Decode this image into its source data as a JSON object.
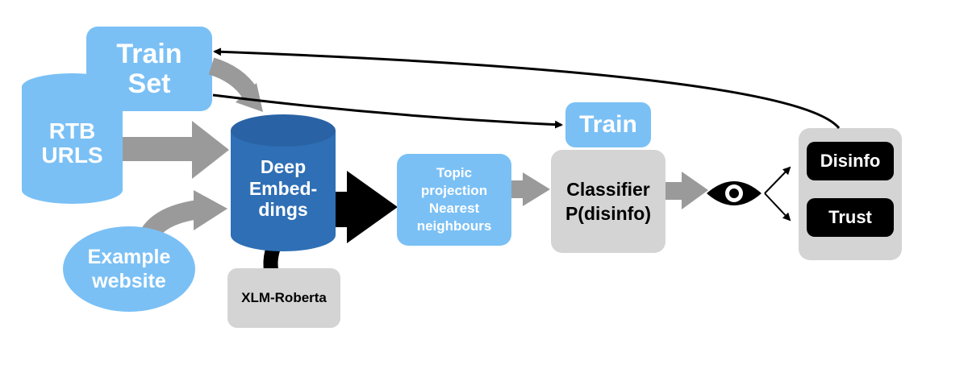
{
  "diagram": {
    "train_set": "Train\nSet",
    "rtb_urls": "RTB\nURLS",
    "deep_embeddings": "Deep\nEmbed-\ndings",
    "example_website": "Example\nwebsite",
    "xlm_roberta": "XLM-Roberta",
    "topic_box": "Topic\nprojection\nNearest\nneighbours",
    "train_label": "Train",
    "classifier": "Classifier\nP(disinfo)",
    "disinfo": "Disinfo",
    "trust": "Trust"
  },
  "colors": {
    "light_blue": "#7ac0f5",
    "dark_blue": "#2f6fb5",
    "grey_box": "#d4d4d4",
    "arrow_grey": "#9a9a9a",
    "black": "#000000"
  }
}
